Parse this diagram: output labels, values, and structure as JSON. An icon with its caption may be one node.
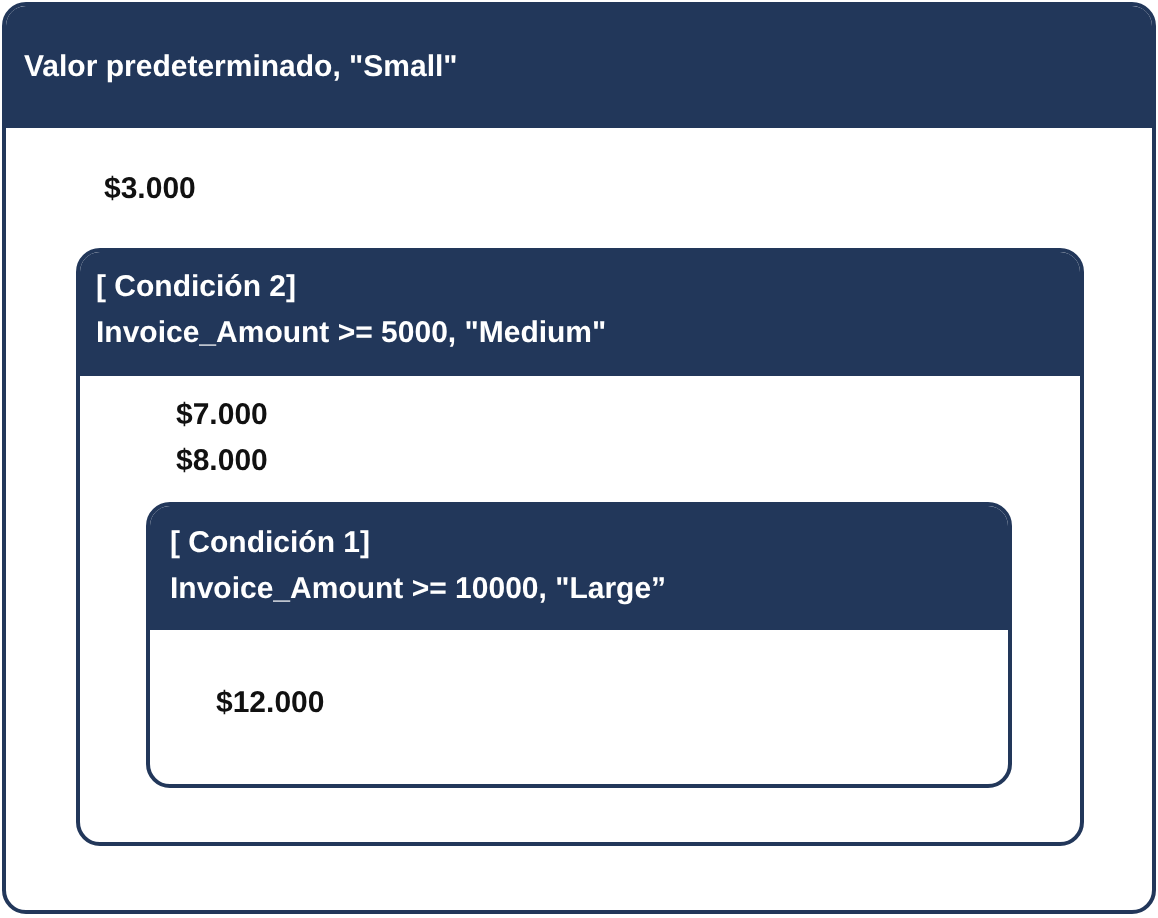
{
  "diagram": {
    "nodes": [
      {
        "text": [
          "Valor predeterminado, \"Small\"",
          "$3.000"
        ]
      },
      {
        "text": [
          "[ Condición 2]",
          "Invoice_Amount >= 5000, \"Medium\"",
          "$7.000",
          "$8.000"
        ],
        "in": 0
      },
      {
        "text": [
          "[ Condición 1]",
          "Invoice_Amount >= 10000, \"Large”",
          "$12.000"
        ],
        "in": 1
      }
    ]
  }
}
